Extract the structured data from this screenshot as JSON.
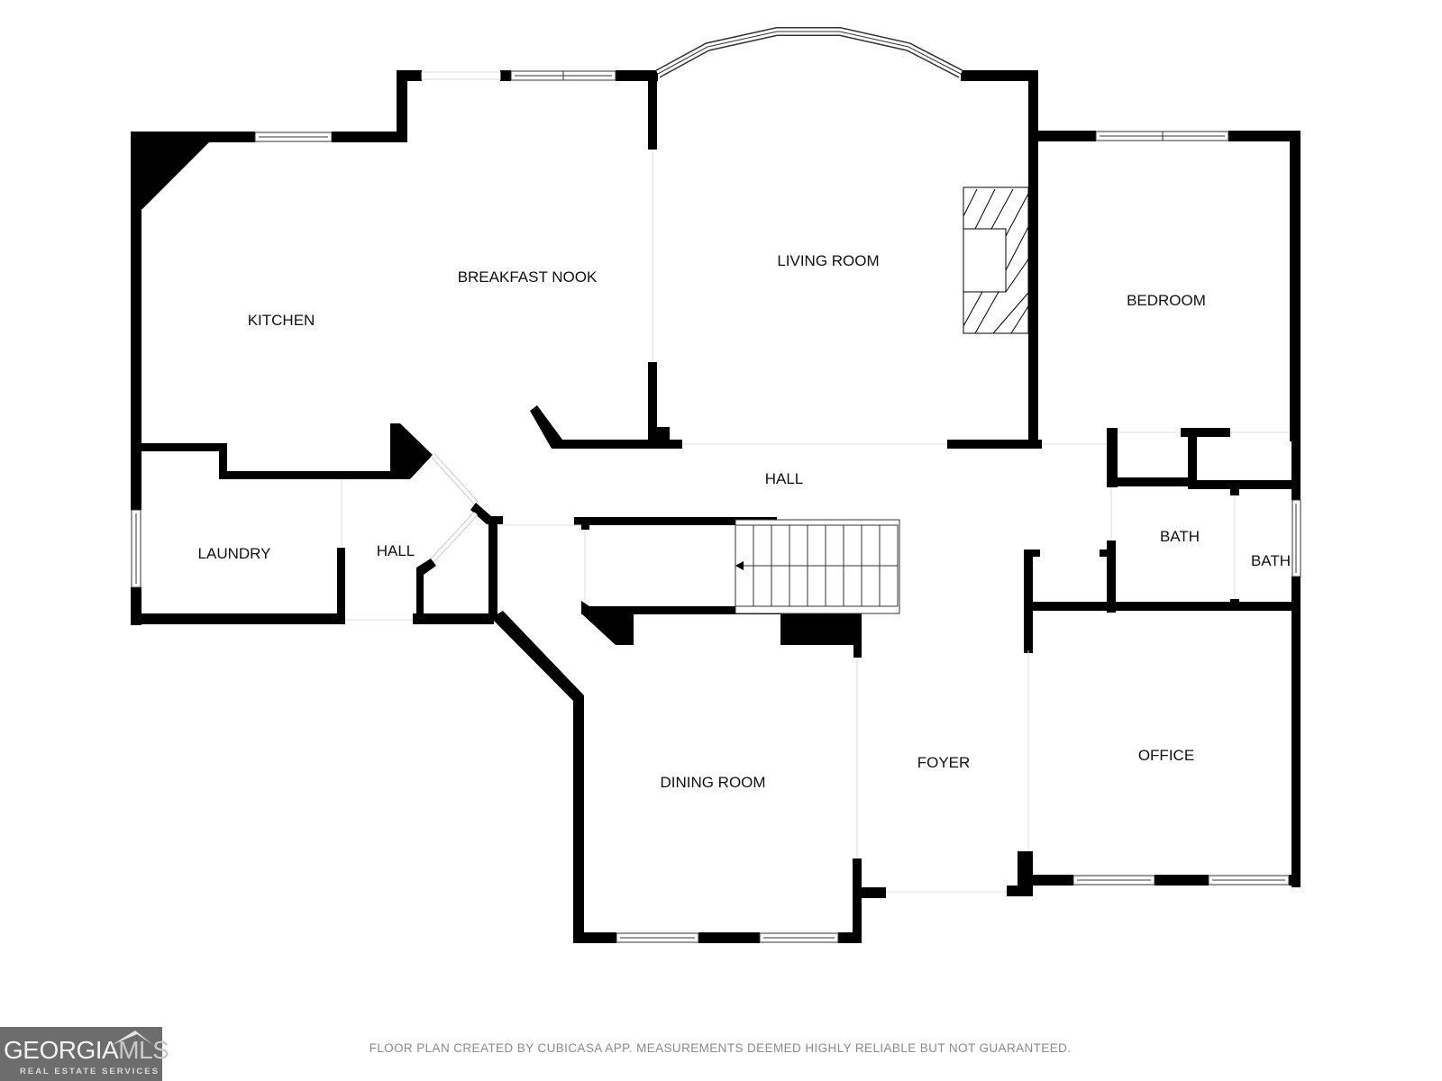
{
  "rooms": {
    "kitchen": "KITCHEN",
    "breakfast_nook": "BREAKFAST NOOK",
    "living_room": "LIVING ROOM",
    "bedroom": "BEDROOM",
    "laundry": "LAUNDRY",
    "hall_small": "HALL",
    "hall_main": "HALL",
    "bath_1": "BATH",
    "bath_2": "BATH",
    "dining_room": "DINING ROOM",
    "foyer": "FOYER",
    "office": "OFFICE"
  },
  "fixtures": {
    "fireplace": "fireplace",
    "staircase": "staircase",
    "stair_arrow": "arrow-left"
  },
  "footer": {
    "disclaimer": "FLOOR PLAN CREATED BY CUBICASA APP. MEASUREMENTS DEEMED HIGHLY RELIABLE BUT NOT GUARANTEED.",
    "logo_main": "GEORGIA",
    "logo_accent": "MLS",
    "logo_sub": "REAL ESTATE SERVICES"
  },
  "colors": {
    "wall": "#000000",
    "background": "#ffffff",
    "footer_text": "#8a8a8a",
    "logo_bg": "#6d6d6d"
  }
}
